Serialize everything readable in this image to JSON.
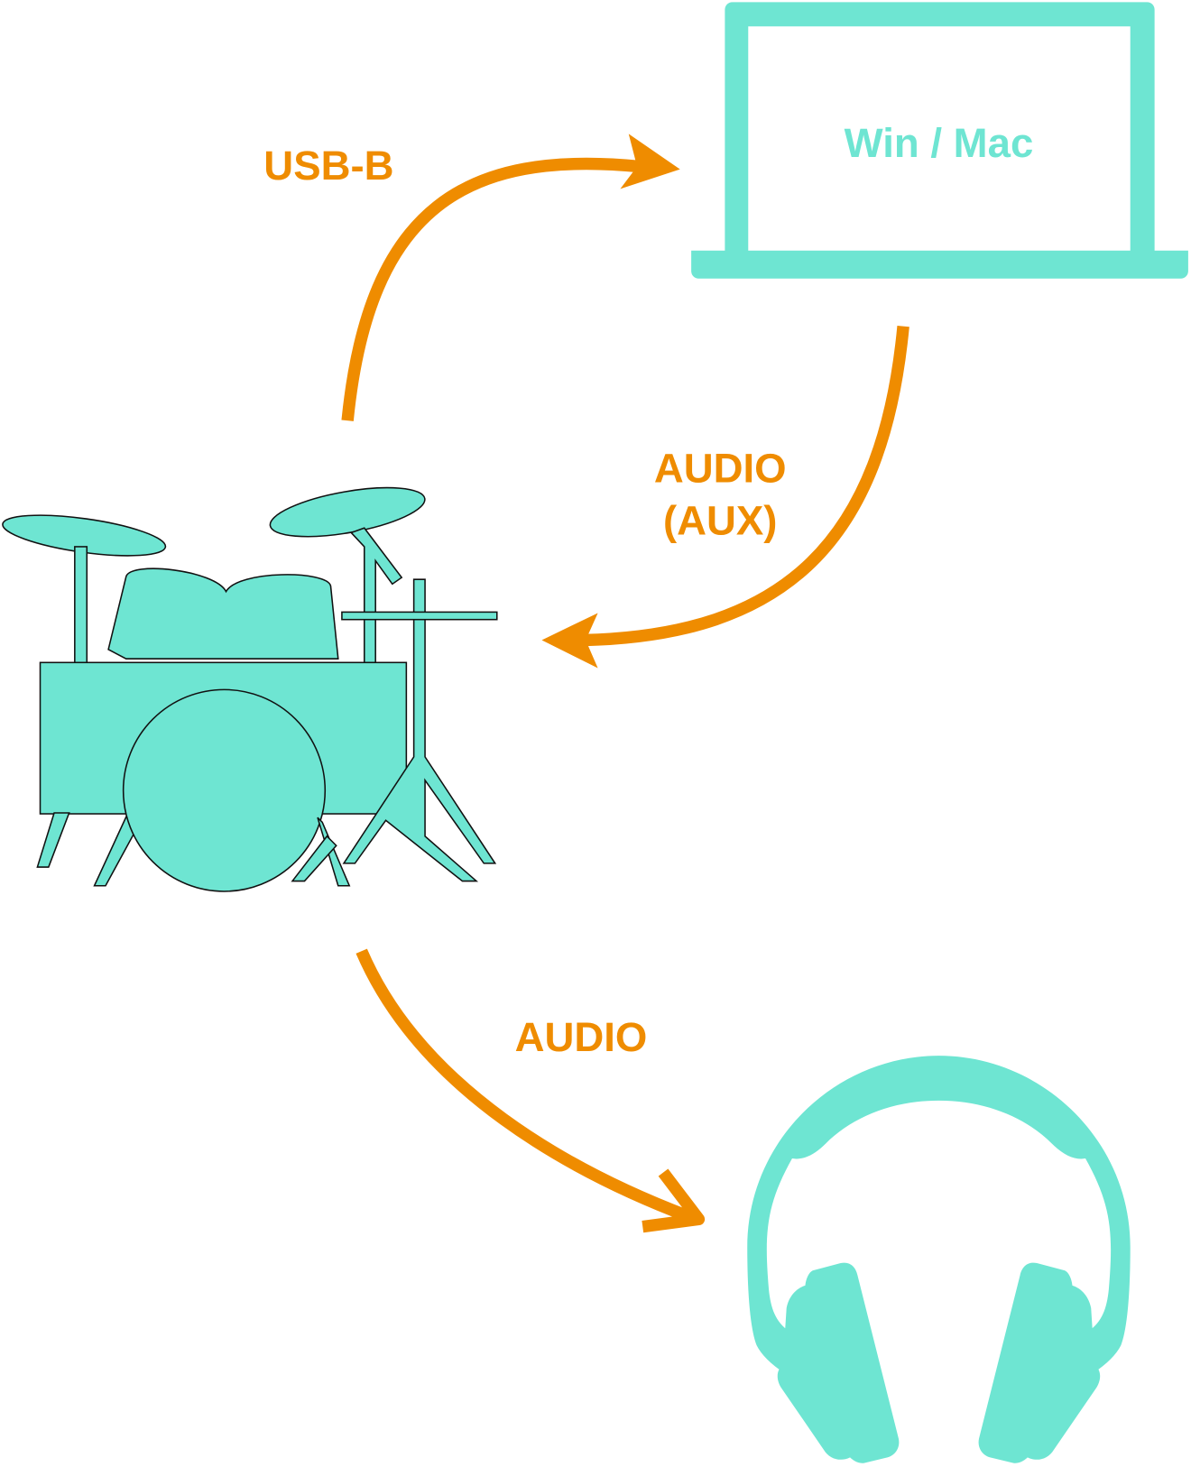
{
  "labels": {
    "usb": "USB-B",
    "aux_line1": "AUDIO",
    "aux_line2": "(AUX)",
    "audio": "AUDIO"
  },
  "computer": {
    "label": "Win / Mac",
    "icon": "laptop-icon"
  },
  "devices": {
    "drums": "drum-kit-icon",
    "headphones": "headphones-icon"
  },
  "colors": {
    "accent": "#ef8c00",
    "device": "#6ee5d2"
  }
}
